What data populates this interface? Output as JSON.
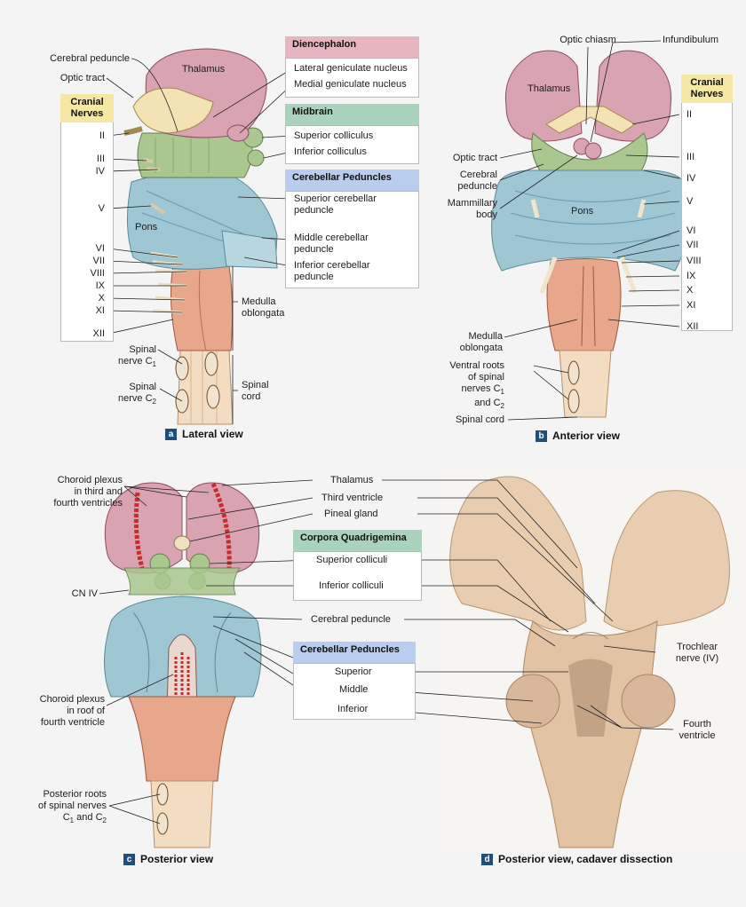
{
  "panels": {
    "a": {
      "letter": "a",
      "title": "Lateral view"
    },
    "b": {
      "letter": "b",
      "title": "Anterior view"
    },
    "c": {
      "letter": "c",
      "title": "Posterior view"
    },
    "d": {
      "letter": "d",
      "title": "Posterior view, cadaver dissection"
    }
  },
  "colors": {
    "thalamus": "#d9a3b1",
    "midbrain": "#a9c78f",
    "pons": "#9fc6d3",
    "medulla": "#e8a68a",
    "spinal": "#f2dcc2",
    "diencephalon_key": "#e6b5bf",
    "midbrain_key": "#a9d3bd",
    "cerebellar_key": "#b9cdef",
    "cranial_key": "#f6e8a4",
    "cadaver": "#e8cdb0",
    "letter_bg": "#1f4e7a"
  },
  "lateral": {
    "cerebral_peduncle": "Cerebral peduncle",
    "optic_tract": "Optic tract",
    "cranial_nerves": "Cranial\nNerves",
    "thalamus": "Thalamus",
    "pons": "Pons",
    "nerves": [
      "II",
      "III",
      "IV",
      "V",
      "VI",
      "VII",
      "VIII",
      "IX",
      "X",
      "XI",
      "XII"
    ],
    "medulla": "Medulla\noblongata",
    "spinal_c1": "Spinal\nnerve C",
    "spinal_c2": "Spinal\nnerve C",
    "spinal_cord": "Spinal\ncord",
    "sub1": "1",
    "sub2": "2"
  },
  "key_lateral": {
    "diencephalon": {
      "head": "Diencephalon",
      "items": [
        "Lateral geniculate nucleus",
        "Medial geniculate nucleus"
      ]
    },
    "midbrain": {
      "head": "Midbrain",
      "items": [
        "Superior colliculus",
        "Inferior colliculus"
      ]
    },
    "cerebellar": {
      "head": "Cerebellar Peduncles",
      "items": [
        "Superior cerebellar\npeduncle",
        "Middle cerebellar\npeduncle",
        "Inferior cerebellar\npeduncle"
      ]
    }
  },
  "anterior": {
    "optic_chiasm": "Optic chiasm",
    "infundibulum": "Infundibulum",
    "thalamus": "Thalamus",
    "cranial_nerves": "Cranial\nNerves",
    "optic_tract": "Optic tract",
    "cerebral_peduncle": "Cerebral\npeduncle",
    "mammillary": "Mammillary\nbody",
    "pons": "Pons",
    "medulla": "Medulla\noblongata",
    "ventral_roots": "Ventral roots\nof spinal\nnerves C",
    "ventral_and": "and C",
    "spinal_cord": "Spinal cord",
    "sub1": "1",
    "sub2": "2",
    "nerves": [
      "II",
      "III",
      "IV",
      "V",
      "VI",
      "VII",
      "VIII",
      "IX",
      "X",
      "XI",
      "XII"
    ]
  },
  "posterior": {
    "choroid_third": "Choroid plexus\nin third and\nfourth ventricles",
    "cn_iv": "CN IV",
    "choroid_roof": "Choroid plexus\nin roof of\nfourth ventricle",
    "posterior_roots": "Posterior roots\nof spinal nerves\nC",
    "posterior_and": " and C",
    "sub1": "1",
    "sub2": "2",
    "thalamus": "Thalamus",
    "third_ventricle": "Third ventricle",
    "pineal": "Pineal gland",
    "cerebral_peduncle": "Cerebral peduncle",
    "corpora": {
      "head": "Corpora Quadrigemina",
      "items": [
        "Superior colliculi",
        "Inferior colliculi"
      ]
    },
    "cerebellar": {
      "head": "Cerebellar Peduncles",
      "items": [
        "Superior",
        "Middle",
        "Inferior"
      ]
    }
  },
  "cadaver": {
    "trochlear": "Trochlear\nnerve (IV)",
    "fourth_ventricle": "Fourth\nventricle"
  }
}
